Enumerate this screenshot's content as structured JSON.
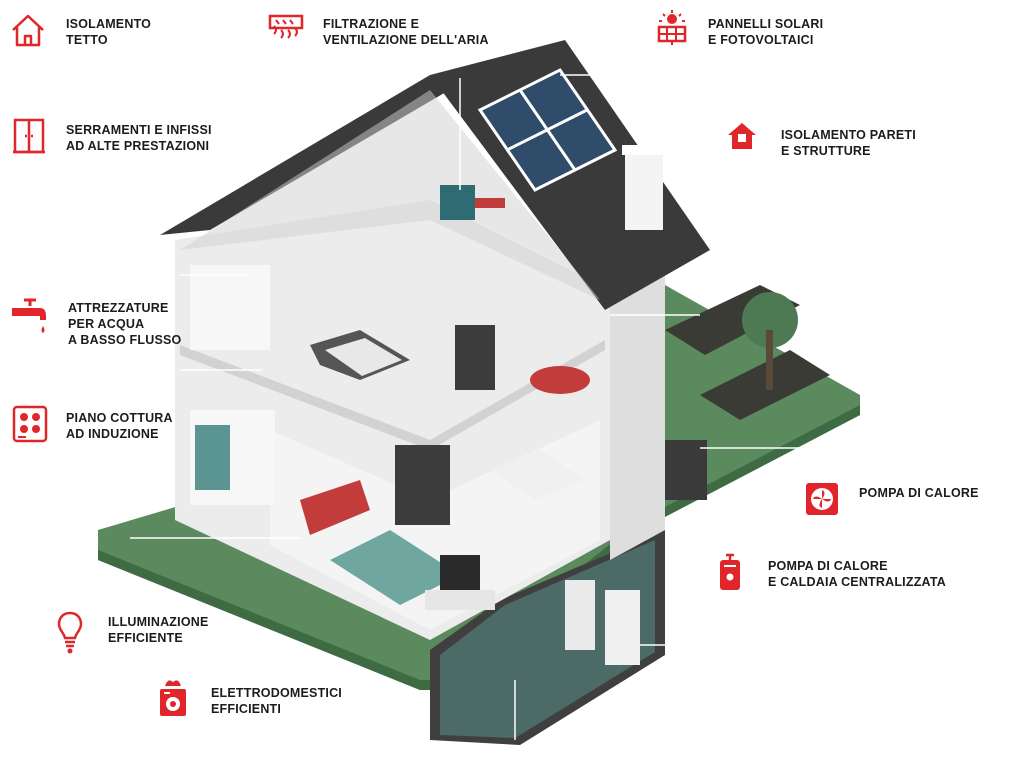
{
  "colors": {
    "accent": "#e0262b",
    "roof": "#3a3a3a",
    "wall": "#ececec",
    "garden": "#5b8a5e",
    "garden_dark": "#3f6b44",
    "solar": "#2f4c6a",
    "text": "#1c1c1c",
    "leader": "#ffffff"
  },
  "features": [
    {
      "id": "roof-insulation",
      "icon": "house-outline-icon",
      "lines": [
        "ISOLAMENTO",
        "TETTO"
      ]
    },
    {
      "id": "air-filtration",
      "icon": "air-vent-icon",
      "lines": [
        "FILTRAZIONE E",
        "VENTILAZIONE DELL'ARIA"
      ]
    },
    {
      "id": "solar-panels",
      "icon": "solar-panel-icon",
      "lines": [
        "PANNELLI SOLARI",
        "E FOTOVOLTAICI"
      ]
    },
    {
      "id": "windows",
      "icon": "window-frame-icon",
      "lines": [
        "SERRAMENTI E INFISSI",
        "AD ALTE PRESTAZIONI"
      ]
    },
    {
      "id": "wall-insulation",
      "icon": "house-filled-icon",
      "lines": [
        "ISOLAMENTO PARETI",
        "E STRUTTURE"
      ]
    },
    {
      "id": "low-flow-water",
      "icon": "water-tap-icon",
      "lines": [
        "ATTREZZATURE",
        "PER ACQUA",
        "A BASSO FLUSSO"
      ]
    },
    {
      "id": "induction-hob",
      "icon": "induction-hob-icon",
      "lines": [
        "PIANO COTTURA",
        "AD INDUZIONE"
      ]
    },
    {
      "id": "heat-pump",
      "icon": "fan-unit-icon",
      "lines": [
        "POMPA DI CALORE"
      ]
    },
    {
      "id": "heat-pump-boiler",
      "icon": "boiler-icon",
      "lines": [
        "POMPA DI CALORE",
        "E CALDAIA CENTRALIZZATA"
      ]
    },
    {
      "id": "lighting",
      "icon": "light-bulb-icon",
      "lines": [
        "ILLUMINAZIONE",
        "EFFICIENTE"
      ]
    },
    {
      "id": "appliances",
      "icon": "washing-machine-icon",
      "lines": [
        "ELETTRODOMESTICI",
        "EFFICIENTI"
      ]
    }
  ]
}
